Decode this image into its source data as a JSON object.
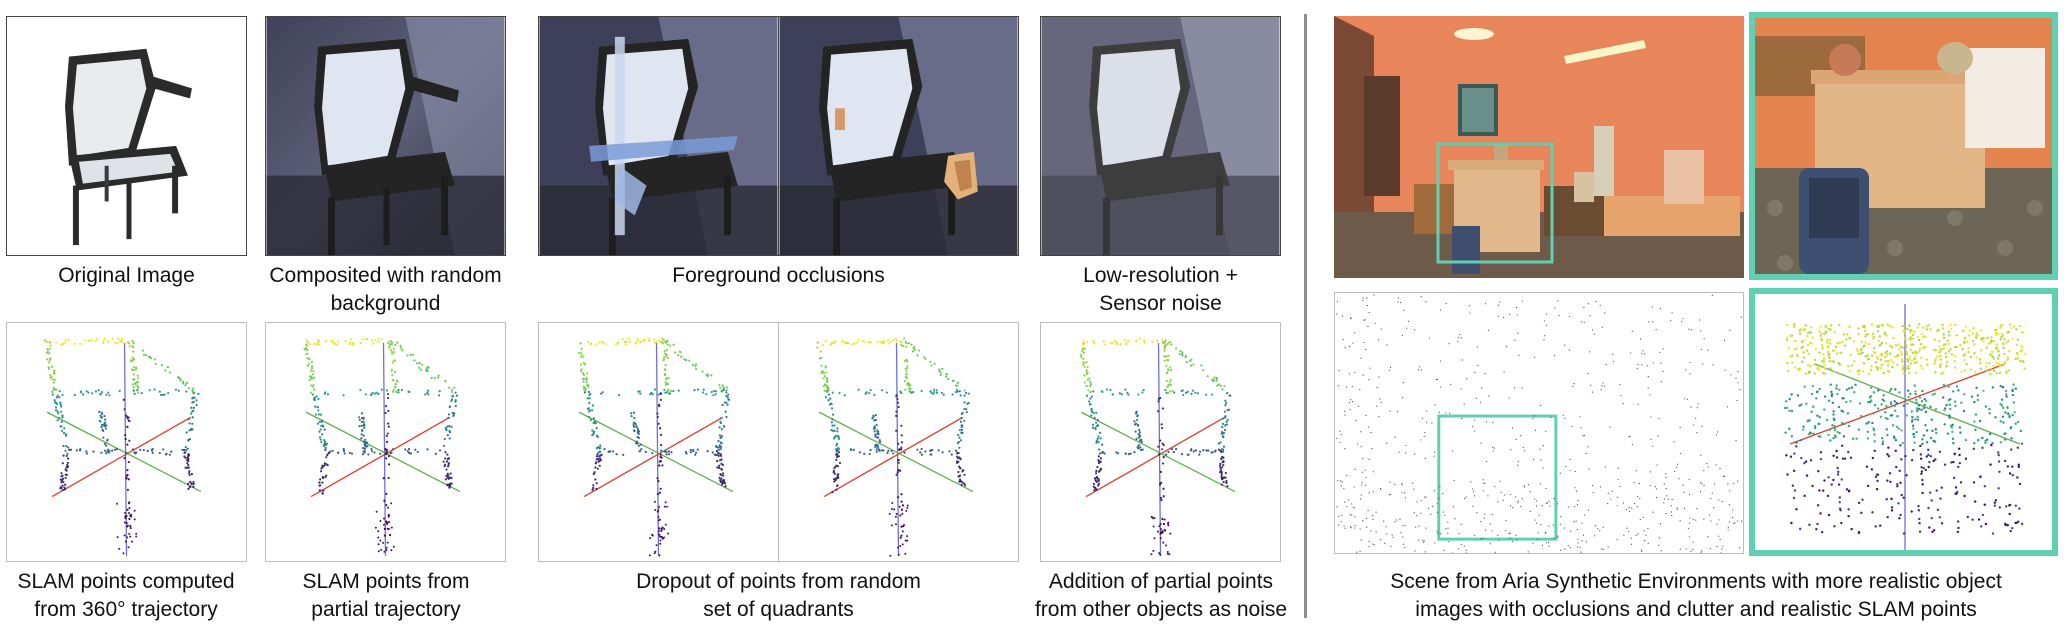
{
  "captions": {
    "original": [
      "Original Image"
    ],
    "composited": [
      "Composited with random",
      "background"
    ],
    "occlusions": [
      "Foreground occlusions"
    ],
    "lowres": [
      "Low-resolution +",
      "Sensor noise"
    ],
    "slam360": [
      "SLAM points computed",
      "from 360° trajectory"
    ],
    "slampartial": [
      "SLAM points from",
      "partial trajectory"
    ],
    "dropout": [
      "Dropout of points from random",
      "set of quadrants"
    ],
    "addition": [
      "Addition of partial points",
      "from other objects as noise"
    ],
    "ase": [
      "Scene from Aria Synthetic Environments with more realistic object",
      "images with occlusions and clutter and realistic SLAM points"
    ]
  },
  "colors": {
    "highlight": "#5fd1b2",
    "axis_x": "#e03a2f",
    "axis_y": "#5fb04a",
    "axis_z": "#6f6fd6",
    "chair_frame": "#2b2b2b",
    "chair_cushion": "#e9ebef",
    "wall_orange": "#e9855a"
  }
}
